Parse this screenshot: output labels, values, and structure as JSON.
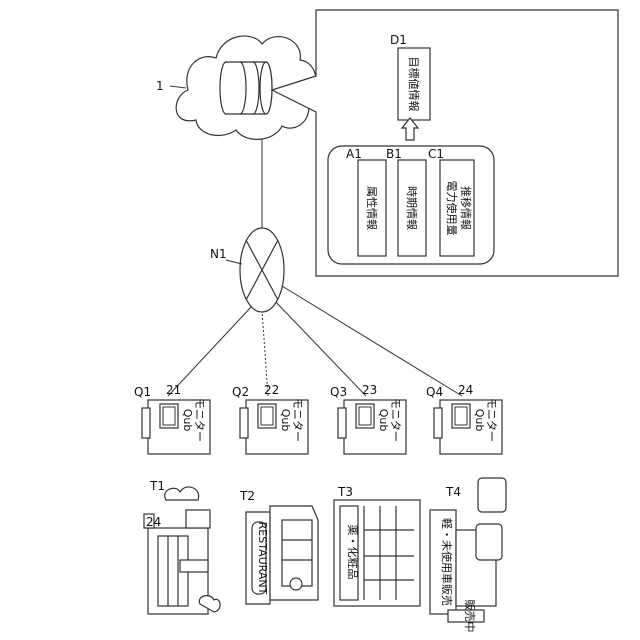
{
  "labels": {
    "server": "1",
    "network": "N1",
    "target_ref": "D1",
    "target_info": "目標値情報",
    "attr_ref": "A1",
    "attr_info": "属性情報",
    "period_ref": "B1",
    "period_info": "時期情報",
    "power_ref": "C1",
    "power_info_1": "電力使用量",
    "power_info_2": "推移情報",
    "monitors": [
      {
        "q": "Q1",
        "num": "21",
        "t1": "Qub",
        "t2": "モニター"
      },
      {
        "q": "Q2",
        "num": "22",
        "t1": "Qub",
        "t2": "モニター"
      },
      {
        "q": "Q3",
        "num": "23",
        "t1": "Qub",
        "t2": "モニター"
      },
      {
        "q": "Q4",
        "num": "24",
        "t1": "Qub",
        "t2": "モニター"
      }
    ],
    "stores": [
      {
        "t": "T1",
        "sign": "24"
      },
      {
        "t": "T2",
        "sign": "RESTAURANT"
      },
      {
        "t": "T3",
        "sign": "薬・化粧品"
      },
      {
        "t": "T4",
        "sign": "軽・未使用車販売",
        "sign2": "販売中"
      }
    ]
  }
}
